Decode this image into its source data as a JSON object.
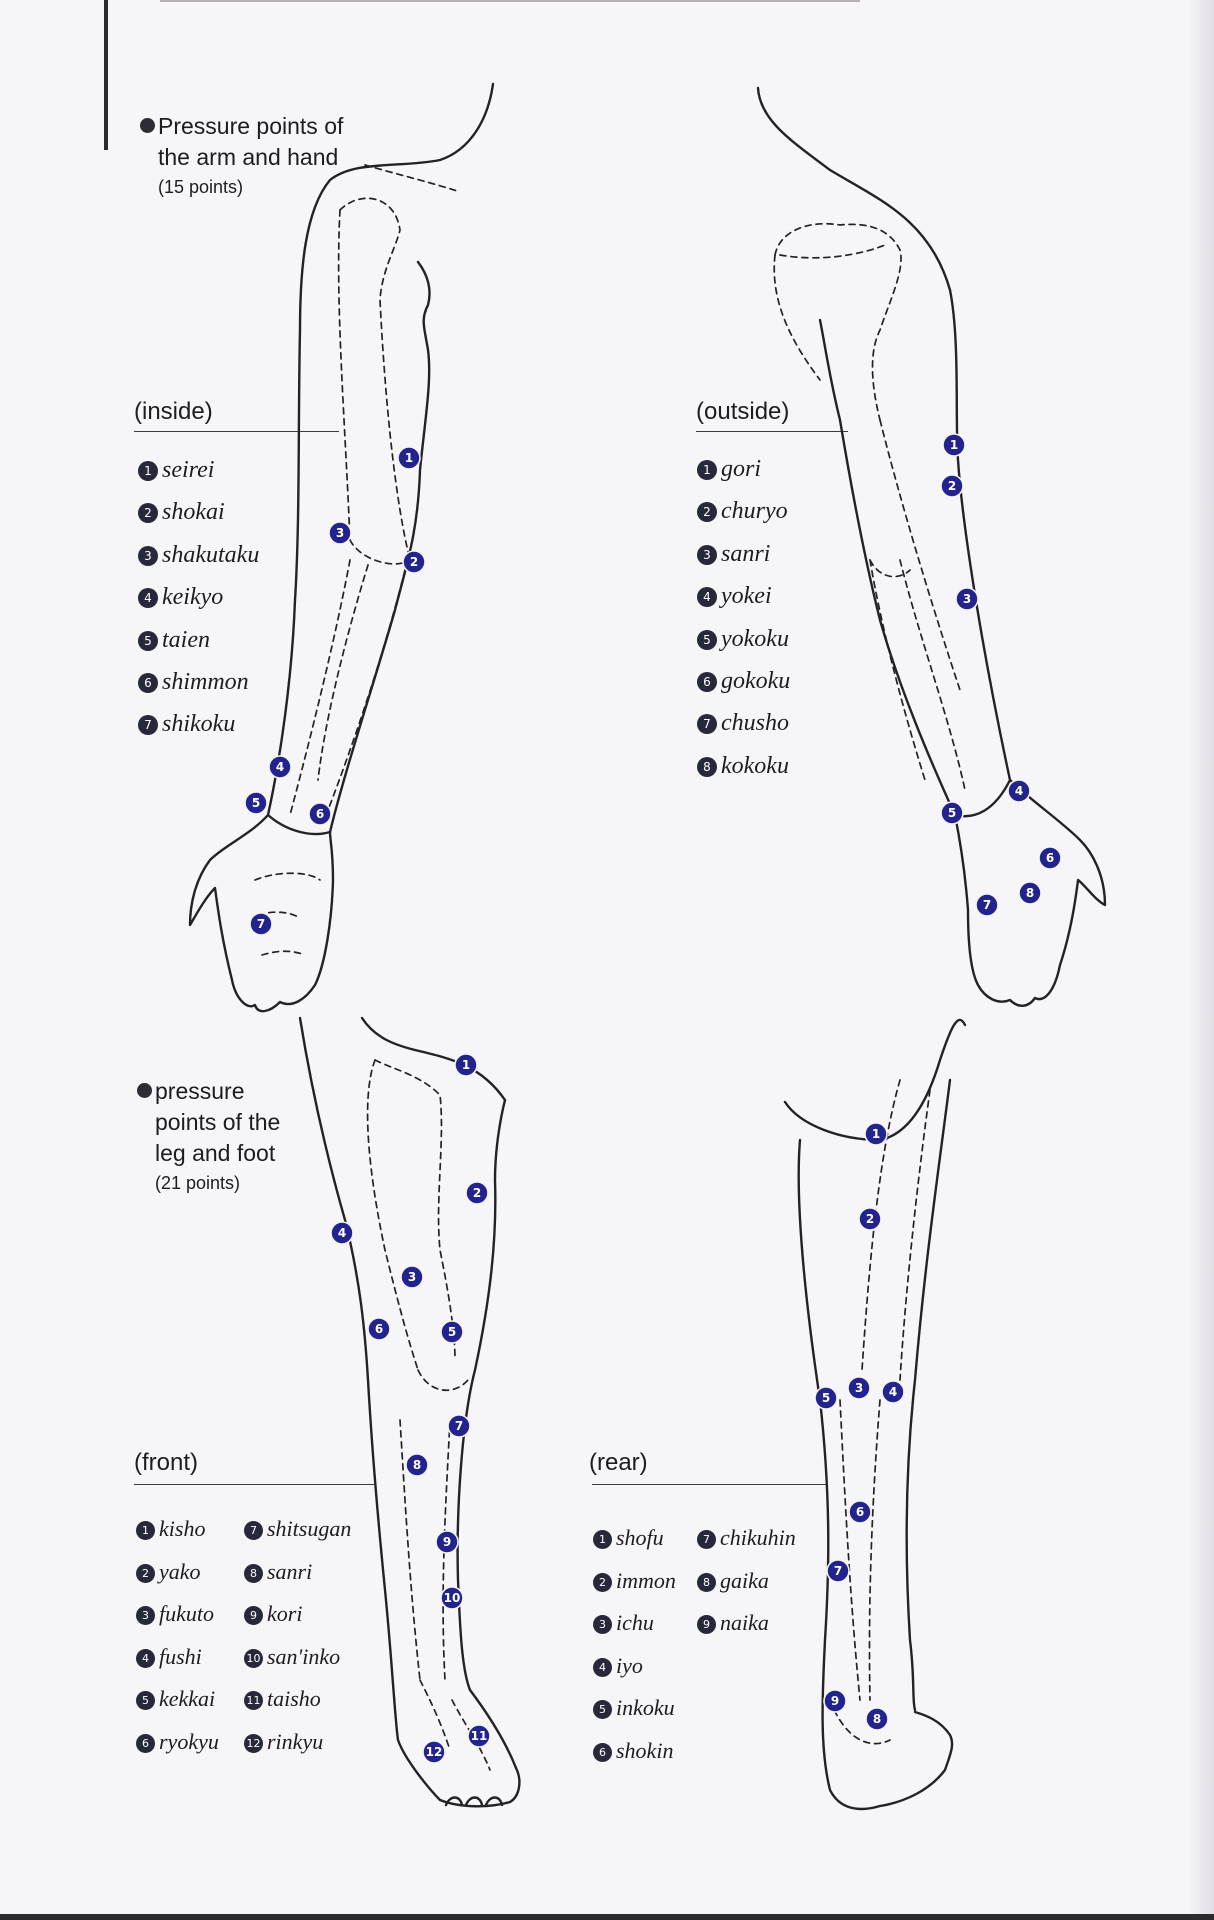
{
  "arm_section": {
    "heading_lines": [
      "Pressure points of",
      "the arm and hand"
    ],
    "count": "(15 points)",
    "inside": {
      "label": "(inside)",
      "points": [
        "seirei",
        "shokai",
        "shakutaku",
        "keikyo",
        "taien",
        "shimmon",
        "shikoku"
      ]
    },
    "outside": {
      "label": "(outside)",
      "points": [
        "gori",
        "churyo",
        "sanri",
        "yokei",
        "yokoku",
        "gokoku",
        "chusho",
        "kokoku"
      ]
    }
  },
  "leg_section": {
    "heading_lines": [
      "pressure",
      "points of the",
      "leg and foot"
    ],
    "count": "(21 points)",
    "front": {
      "label": "(front)",
      "points_col1": [
        "kisho",
        "yako",
        "fukuto",
        "fushi",
        "kekkai",
        "ryokyu"
      ],
      "points_col2": [
        "shitsugan",
        "sanri",
        "kori",
        "san'inko",
        "taisho",
        "rinkyu"
      ]
    },
    "rear": {
      "label": "(rear)",
      "points_col1": [
        "shofu",
        "immon",
        "ichu",
        "iyo",
        "inkoku",
        "shokin"
      ],
      "points_col2": [
        "chikuhin",
        "gaika",
        "naika"
      ]
    }
  },
  "point_numbers": [
    "1",
    "2",
    "3",
    "4",
    "5",
    "6",
    "7",
    "8",
    "9",
    "10",
    "11",
    "12"
  ],
  "colors": {
    "point_fill": "#22238c",
    "ink": "#1e1c22",
    "paper": "#f6f5f7"
  }
}
